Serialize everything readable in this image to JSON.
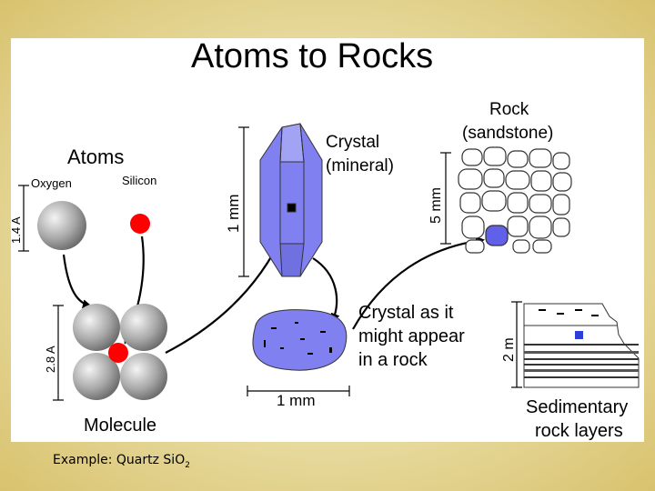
{
  "title": "Atoms to Rocks",
  "atoms": {
    "heading": "Atoms",
    "oxygen_label": "Oxygen",
    "silicon_label": "Silicon",
    "scale_label": "1.4 A"
  },
  "molecule": {
    "label": "Molecule",
    "scale_label": "2.8 A"
  },
  "crystal": {
    "label_line1": "Crystal",
    "label_line2": "(mineral)",
    "scale_label": "1 mm"
  },
  "rock": {
    "label_line1": "Rock",
    "label_line2": "(sandstone)",
    "scale_label": "5 mm"
  },
  "crystal_in_rock": {
    "label_line1": "Crystal as it",
    "label_line2": "might appear",
    "label_line3": "in a rock",
    "scale_label": "1 mm"
  },
  "sedimentary": {
    "label_line1": "Sedimentary",
    "label_line2": "rock layers",
    "scale_label": "2 m"
  },
  "caption": {
    "text": "Example: Quartz SiO",
    "subscript": "2"
  },
  "colors": {
    "oxygen": "#9a9a9a",
    "silicon": "#ff0000",
    "crystal": "#8080f0",
    "background": "#e8dba0"
  }
}
